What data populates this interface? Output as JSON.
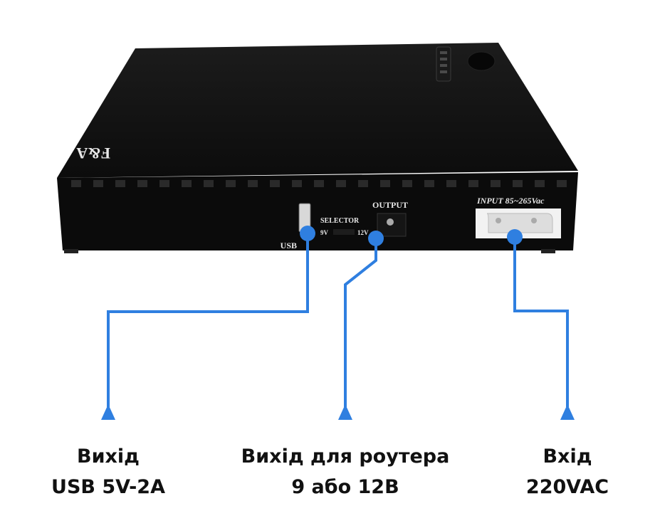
{
  "accent_color": "#2f7fe0",
  "device": {
    "brand": "F&A",
    "usb_label": "USB",
    "selector_label": "SELECTOR",
    "selector_9v": "9V",
    "selector_12v": "12V",
    "output_label": "OUTPUT",
    "input_label": "INPUT 85~265Vac"
  },
  "callouts": [
    {
      "line1": "Вихід",
      "line2": "USB 5V-2A"
    },
    {
      "line1": "Вихід для роутера",
      "line2": "9 або 12В"
    },
    {
      "line1": "Вхід",
      "line2": "220VAC"
    }
  ]
}
